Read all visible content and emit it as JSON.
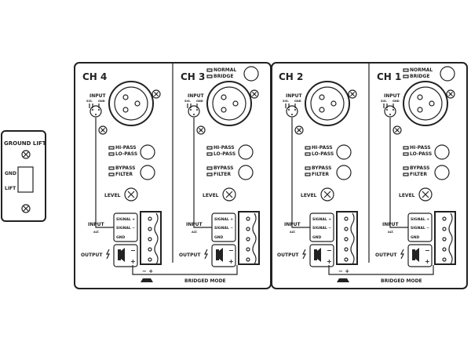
{
  "ground_lift": {
    "title": "GROUND LIFT",
    "gnd": "GND",
    "lift": "LIFT"
  },
  "channels": [
    {
      "title": "CH 4",
      "mode_switch": false
    },
    {
      "title": "CH 3",
      "mode_switch": true
    },
    {
      "title": "CH 2",
      "mode_switch": false
    },
    {
      "title": "CH 1",
      "mode_switch": true
    }
  ],
  "labels": {
    "normal": "NORMAL",
    "bridge": "BRIDGE",
    "input": "INPUT",
    "sig": "SIG.",
    "gnd": "GND",
    "hi_pass": "HI-PASS",
    "lo_pass": "LO-PASS",
    "bypass": "BYPASS",
    "filter": "FILTER",
    "level": "LEVEL",
    "input_alt": "INPUT",
    "alt": "ALT.",
    "signal_plus": "SIGNAL +",
    "signal_minus": "SIGNAL −",
    "term_gnd": "GND",
    "output": "OUTPUT",
    "minus": "−",
    "plus": "+",
    "bridged_mode": "BRIDGED MODE",
    "bridge_pol": "− +"
  }
}
